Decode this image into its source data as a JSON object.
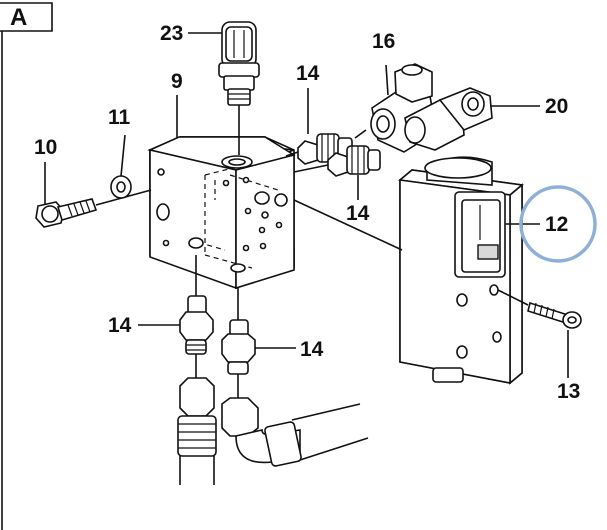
{
  "panel": {
    "letter": "A"
  },
  "callouts": {
    "c23": "23",
    "c16": "16",
    "c9": "9",
    "c14a": "14",
    "c11": "11",
    "c10": "10",
    "c20": "20",
    "c14b": "14",
    "c12": "12",
    "c14c": "14",
    "c14d": "14",
    "c13": "13"
  },
  "highlight": {
    "target": "12",
    "color": "#8fb0d6"
  }
}
